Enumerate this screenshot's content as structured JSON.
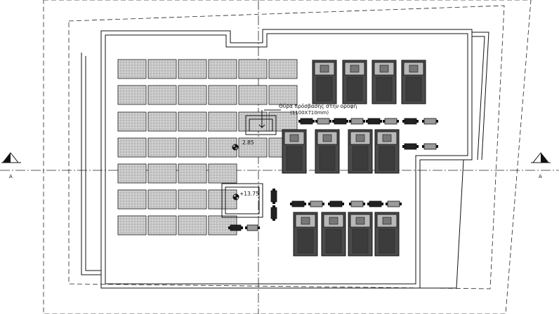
{
  "labels": {
    "roof_access_door": "Θύρα πρόσβασης στην οροφή",
    "door_size": "(1100X710mm)",
    "level_a": "2.85",
    "level_b": "+13.75",
    "section_left": "A",
    "section_right": "A"
  },
  "icons": {
    "section_marker": "section-arrow-icon",
    "level_marker": "level-target-icon",
    "solar_panel": "solar-panel-icon",
    "heat_pump": "heat-pump-unit-icon",
    "water_heater": "water-heater-unit-icon"
  },
  "colors": {
    "line": "#111111",
    "panel_fill": "#d4d4d4",
    "unit_dark": "#4a4a4a",
    "unit_light": "#9a9a9a"
  }
}
